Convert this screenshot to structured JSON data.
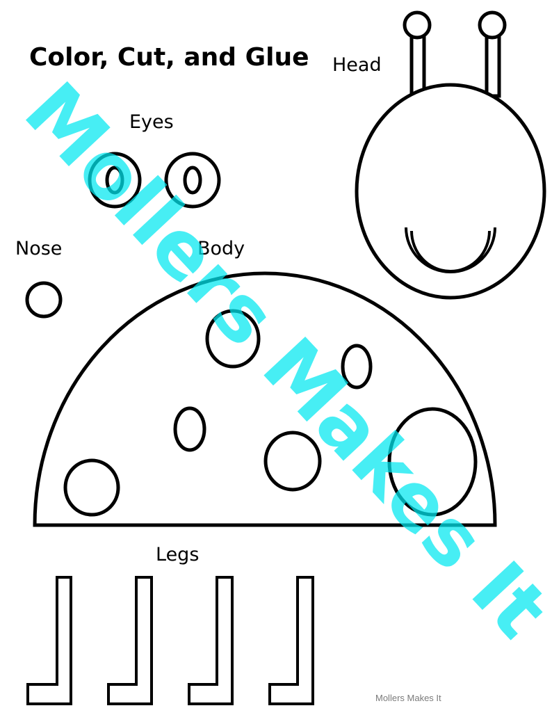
{
  "title": "Color, Cut, and Glue",
  "labels": {
    "head": "Head",
    "eyes": "Eyes",
    "nose": "Nose",
    "body": "Body",
    "legs": "Legs"
  },
  "watermark": "Mollers Makes It",
  "footer": "Mollers Makes It",
  "colors": {
    "stroke": "#000000",
    "watermark": "#00e8f0",
    "footer": "#7a7a7a"
  }
}
